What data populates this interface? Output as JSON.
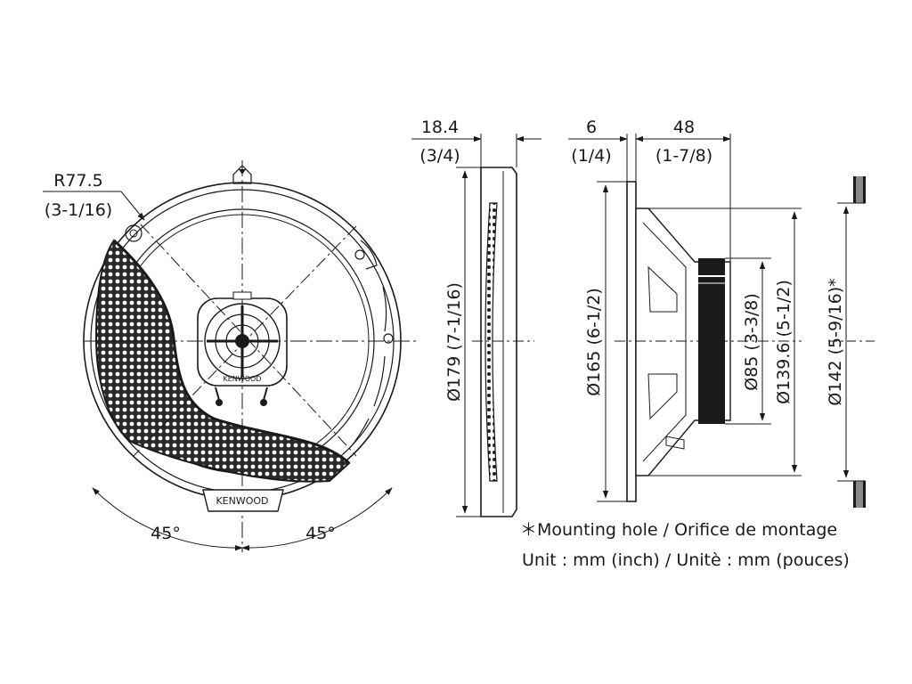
{
  "front_view": {
    "radius_label": "R77.5",
    "radius_label_inch": "(3-1/16)",
    "brand_label": "KENWOOD",
    "tweeter_brand_label": "KENWOOD",
    "angle_left": "45°",
    "angle_right": "45°"
  },
  "grille_side_view": {
    "depth_label": "18.4",
    "depth_label_inch": "(3/4)",
    "diameter_label": "Ø179 (7-1/16)"
  },
  "speaker_side_view": {
    "flange_label": "6",
    "flange_label_inch": "(1/4)",
    "depth_label": "48",
    "depth_label_inch": "(1-7/8)",
    "frame_diameter_label": "Ø165 (6-1/2)",
    "magnet_diameter_label": "Ø85 (3-3/8)",
    "cone_diameter_label": "Ø139.6 (5-1/2)"
  },
  "mounting_view": {
    "hole_diameter_label": "Ø142 (5-9/16)*"
  },
  "notes": {
    "mounting_hole": "＊Mounting hole / Orifice de montage",
    "unit": "Unit : mm (inch) / Unitè : mm (pouces)"
  }
}
